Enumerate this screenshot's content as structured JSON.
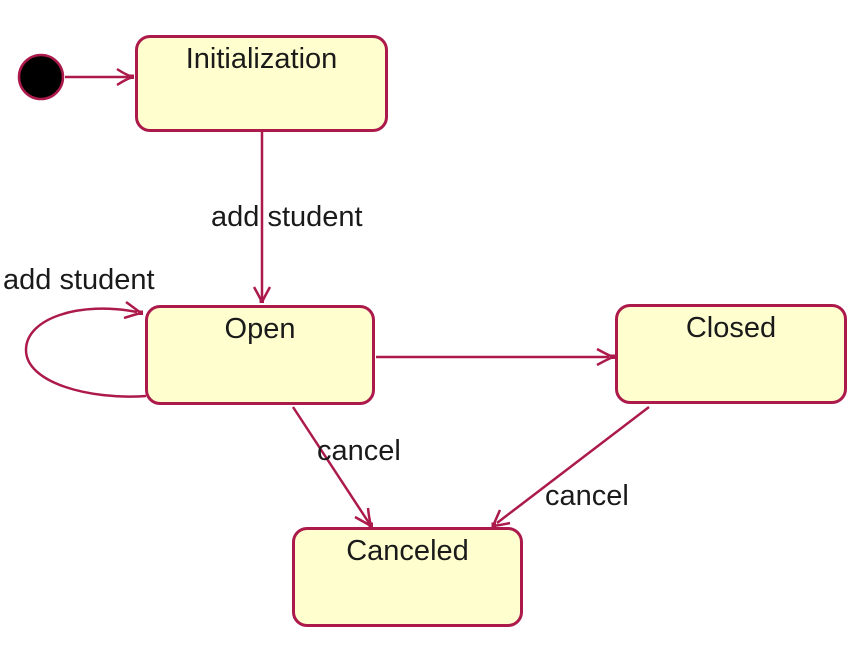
{
  "diagram": {
    "kind": "uml-state-diagram",
    "colors": {
      "background": "#ffffff",
      "state_fill": "#fefece",
      "state_border": "#ac1a4c",
      "transition_stroke": "#ac1a4c",
      "text": "#1a1a1a",
      "initial_dot_fill": "#000000"
    },
    "states": [
      {
        "id": "initialization",
        "label": "Initialization"
      },
      {
        "id": "open",
        "label": "Open"
      },
      {
        "id": "closed",
        "label": "Closed"
      },
      {
        "id": "canceled",
        "label": "Canceled"
      }
    ],
    "initial_state": {
      "id": "initial",
      "shape": "filled-circle"
    },
    "transitions": [
      {
        "from": "initial",
        "to": "initialization",
        "label": ""
      },
      {
        "from": "initialization",
        "to": "open",
        "label": "add student"
      },
      {
        "from": "open",
        "to": "open",
        "label": "add student"
      },
      {
        "from": "open",
        "to": "closed",
        "label": ""
      },
      {
        "from": "open",
        "to": "canceled",
        "label": "cancel"
      },
      {
        "from": "closed",
        "to": "canceled",
        "label": "cancel"
      }
    ]
  }
}
